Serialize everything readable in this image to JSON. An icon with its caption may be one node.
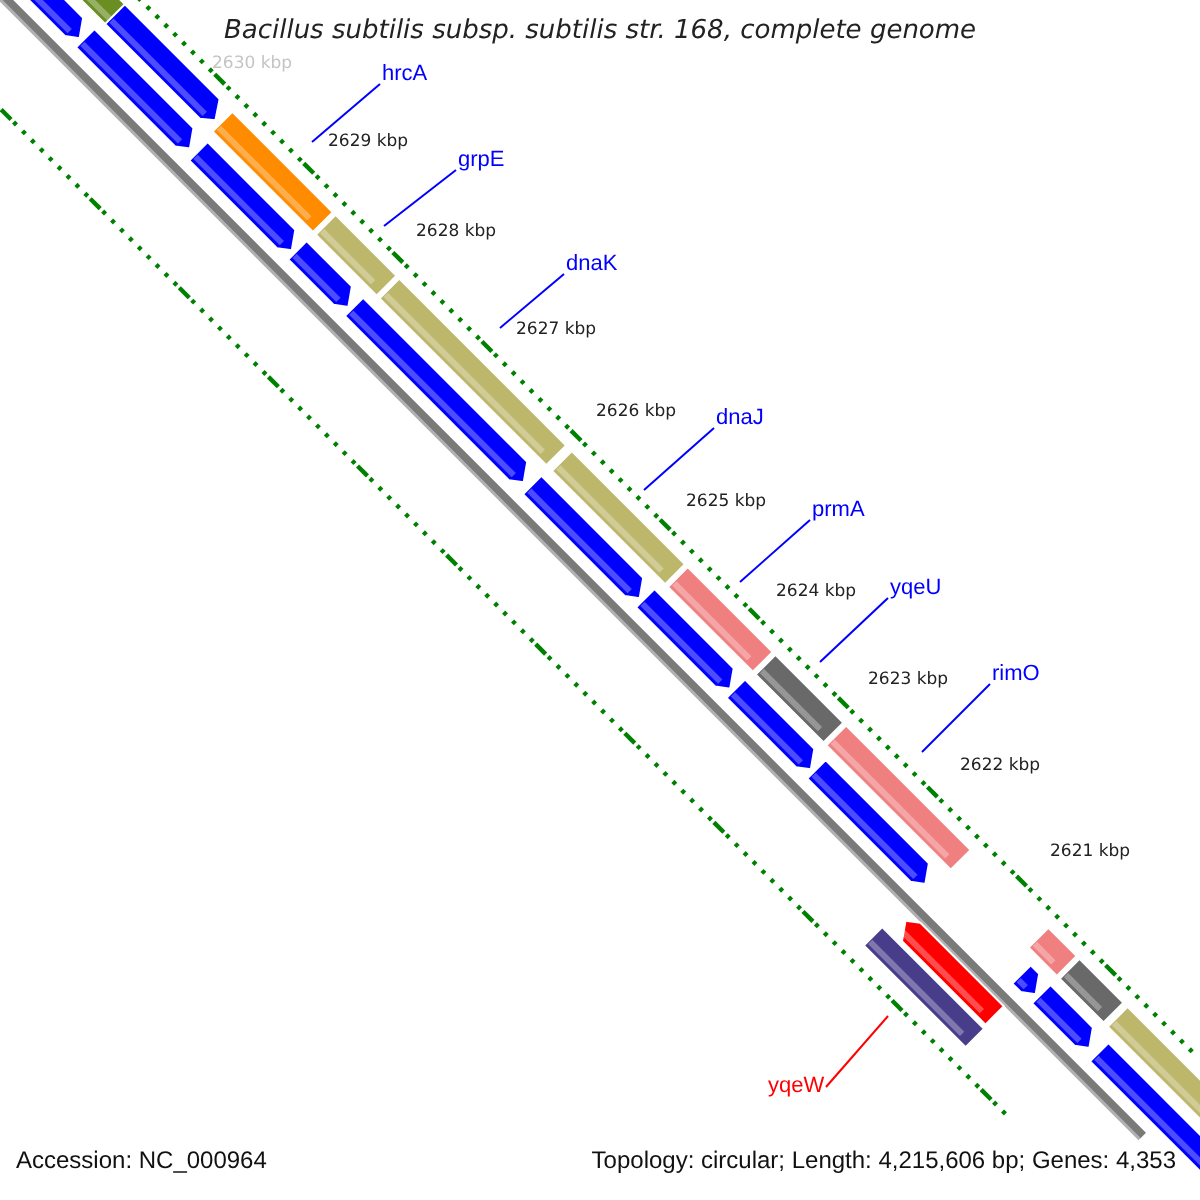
{
  "diagram": {
    "title": "Bacillus subtilis subsp. subtilis str. 168, complete genome",
    "nodes": [
      {
        "text": [
          "hrcA"
        ]
      },
      {
        "text": [
          "grpE"
        ]
      },
      {
        "text": [
          "dnaK"
        ]
      },
      {
        "text": [
          "dnaJ"
        ]
      },
      {
        "text": [
          "prmA"
        ]
      },
      {
        "text": [
          "yqeU"
        ]
      },
      {
        "text": [
          "rimO"
        ]
      },
      {
        "text": [
          "yqeW"
        ]
      }
    ],
    "edges": [
      {
        "from": 0,
        "to": null,
        "arrow": "none"
      },
      {
        "from": 1,
        "to": null,
        "arrow": "none"
      },
      {
        "from": 2,
        "to": null,
        "arrow": "none"
      },
      {
        "from": 3,
        "to": null,
        "arrow": "none"
      },
      {
        "from": 4,
        "to": null,
        "arrow": "none"
      },
      {
        "from": 5,
        "to": null,
        "arrow": "none"
      },
      {
        "from": 6,
        "to": null,
        "arrow": "none"
      },
      {
        "from": 7,
        "to": null,
        "arrow": "none",
        "color": "#ff0000"
      }
    ],
    "labels": [
      "2630 kbp",
      "2629 kbp",
      "2628 kbp",
      "2627 kbp",
      "2626 kbp",
      "2625 kbp",
      "2624 kbp",
      "2623 kbp",
      "2622 kbp",
      "2621 kbp",
      "Accession: NC_000964",
      "Topology: circular; Length: 4,215,606 bp; Genes: 4,353"
    ]
  }
}
